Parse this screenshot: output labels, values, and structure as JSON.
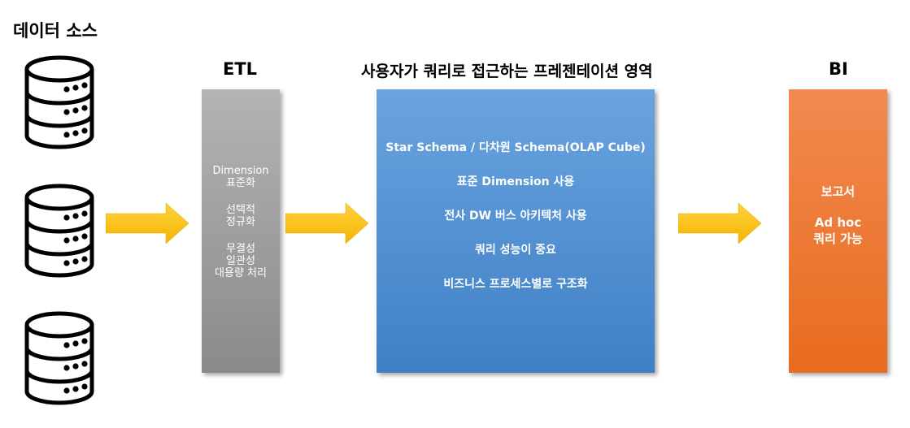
{
  "headers": {
    "data_source": "데이터 소스",
    "etl": "ETL",
    "presentation": "사용자가 쿼리로 접근하는 프레젠테이션 영역",
    "bi": "BI"
  },
  "etl_box": {
    "group1": [
      "Dimension",
      "표준화"
    ],
    "group2": [
      "선택적",
      "정규화"
    ],
    "group3": [
      "무결성",
      "일관성",
      "대용량 처리"
    ]
  },
  "presentation_box": {
    "lines": [
      "Star Schema / 다차원 Schema(OLAP Cube)",
      "표준 Dimension 사용",
      "전사 DW 버스 아키텍처 사용",
      "쿼리 성능이 중요",
      "비즈니스 프로세스별로 구조화"
    ]
  },
  "bi_box": {
    "item1": "보고서",
    "item2_line1": "Ad hoc",
    "item2_line2": "쿼리 가능"
  },
  "colors": {
    "etl_box": "#9c9c9c",
    "presentation_box": "#4f8fd4",
    "bi_box": "#ee7a35",
    "arrow": "#ffc000"
  },
  "icons": [
    "database-icon",
    "database-icon",
    "database-icon",
    "arrow-right-icon"
  ]
}
